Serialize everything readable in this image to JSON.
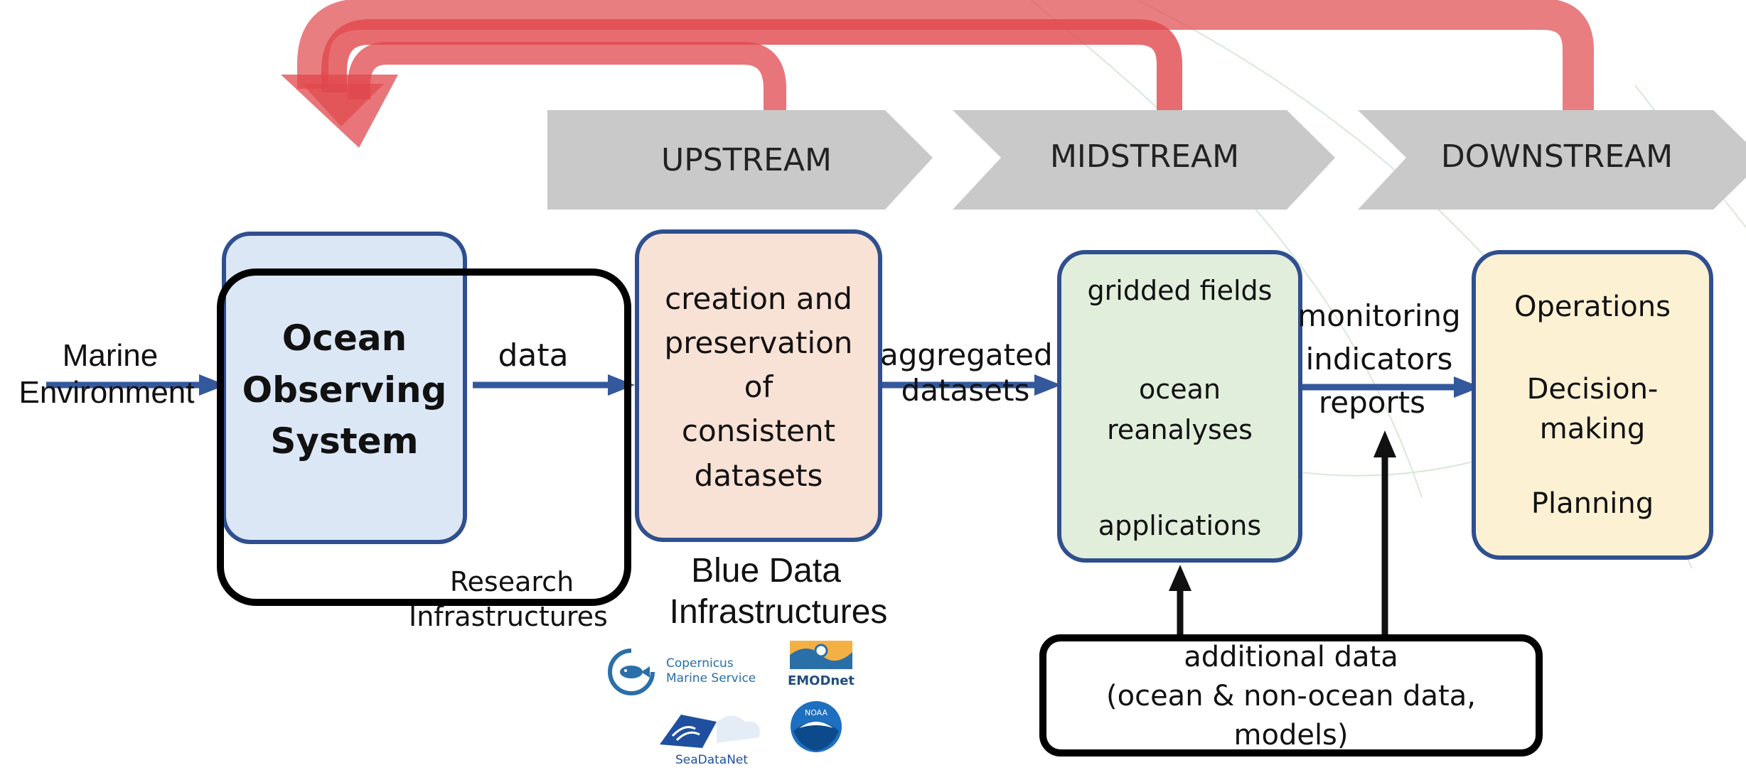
{
  "stages": {
    "upstream": "UPSTREAM",
    "midstream": "MIDSTREAM",
    "downstream": "DOWNSTREAM"
  },
  "inputs": {
    "marine_line1": "Marine",
    "marine_line2": "Environment"
  },
  "ocean_observing": {
    "line1": "Ocean",
    "line2": "Observing",
    "line3": "System"
  },
  "flows": {
    "data": "data",
    "aggregated_line1": "aggregated",
    "aggregated_line2": "datasets",
    "monitoring_line1": "monitoring",
    "monitoring_line2": "indicators",
    "monitoring_line3": "reports"
  },
  "research_infrastructures": {
    "line1": "Research",
    "line2": "Infrastructures"
  },
  "creation_box": {
    "line1": "creation and",
    "line2": "preservation",
    "line3": "of",
    "line4": "consistent",
    "line5": "datasets"
  },
  "blue_data": {
    "line1": "Blue Data",
    "line2": "Infrastructures"
  },
  "products_box": {
    "item1": "gridded fields",
    "item2_line1": "ocean",
    "item2_line2": "reanalyses",
    "item3": "applications"
  },
  "uses_box": {
    "item1": "Operations",
    "item2_line1": "Decision-",
    "item2_line2": "making",
    "item3": "Planning"
  },
  "additional_data": {
    "line1": "additional data",
    "line2": "(ocean & non-ocean data,",
    "line3": "models)"
  },
  "logos": {
    "copernicus_line1": "Copernicus",
    "copernicus_line2": "Marine Service",
    "emodnet": "EMODnet",
    "seadatanet": "SeaDataNet",
    "noaa": "NOAA"
  },
  "colors": {
    "box_border": "#2f4f8f",
    "arrow_blue": "#34589c",
    "feedback_red": "#e0474c",
    "stage_gray": "#c9c9c9",
    "ocean_fill": "#dce7f6",
    "creation_fill": "#f8e1d5",
    "products_fill": "#e1eedb",
    "uses_fill": "#fdf1d3"
  }
}
